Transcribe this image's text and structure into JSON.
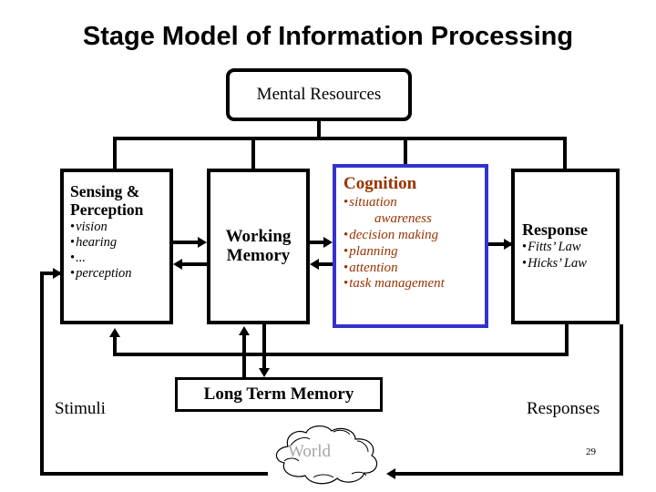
{
  "slide": {
    "title": "Stage Model of Information Processing",
    "page_number": "29"
  },
  "colors": {
    "cognition_border": "#3333CC",
    "cognition_text": "#993300",
    "line": "#000000",
    "world_text": "#A6A6A6",
    "background": "#FFFFFF"
  },
  "nodes": {
    "mental_resources": {
      "label": "Mental Resources"
    },
    "sensing_perception": {
      "heading": "Sensing & Perception",
      "bullets": [
        "vision",
        "hearing",
        "...",
        "perception"
      ]
    },
    "working_memory": {
      "heading_line1": "Working",
      "heading_line2": "Memory"
    },
    "cognition": {
      "heading": "Cognition",
      "bullets": [
        "situation",
        "awareness",
        "decision making",
        "planning",
        "attention",
        "task management"
      ]
    },
    "response": {
      "heading": "Response",
      "bullets": [
        "Fitts’ Law",
        "Hicks’ Law"
      ]
    },
    "long_term_memory": {
      "heading": "Long Term Memory"
    },
    "world": {
      "label": "World"
    }
  },
  "labels": {
    "stimuli": "Stimuli",
    "responses": "Responses"
  }
}
